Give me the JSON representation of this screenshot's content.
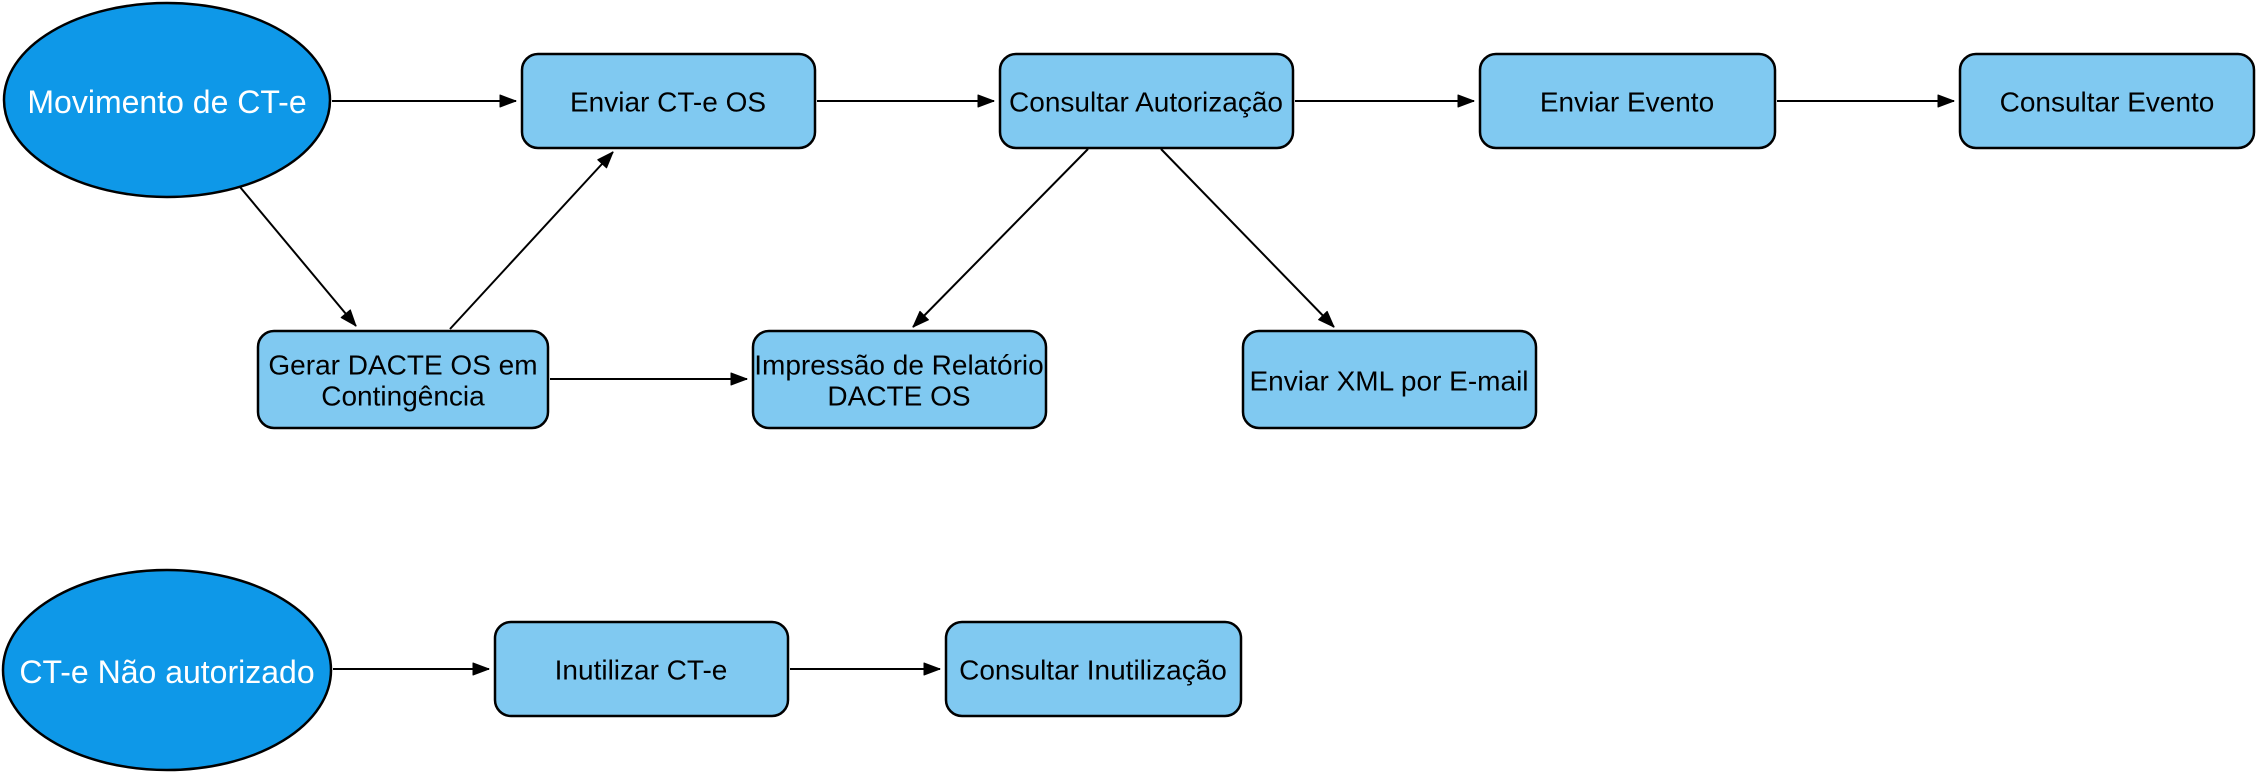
{
  "diagram": {
    "type": "flowchart",
    "background": "#ffffff",
    "colors": {
      "ellipse_fill": "#0E98E8",
      "ellipse_text": "#ffffff",
      "box_fill": "#80C9F1",
      "box_text": "#000000",
      "stroke": "#000000",
      "edge": "#000000"
    },
    "nodes": {
      "movimento": {
        "shape": "ellipse",
        "label": "Movimento de CT-e"
      },
      "enviar_cte_os": {
        "shape": "process",
        "label": "Enviar CT-e OS"
      },
      "consultar_autorizacao": {
        "shape": "process",
        "label": "Consultar Autorização"
      },
      "enviar_evento": {
        "shape": "process",
        "label": "Enviar Evento"
      },
      "consultar_evento": {
        "shape": "process",
        "label": "Consultar Evento"
      },
      "gerar_dacte_contingencia": {
        "shape": "process",
        "label": "Gerar DACTE OS em Contingência",
        "lines": [
          "Gerar DACTE OS em",
          "Contingência"
        ]
      },
      "impressao_relatorio_dacte": {
        "shape": "process",
        "label": "Impressão de Relatório DACTE OS",
        "lines": [
          "Impressão de Relatório",
          "DACTE OS"
        ]
      },
      "enviar_xml_email": {
        "shape": "process",
        "label": "Enviar XML por E-mail"
      },
      "cte_nao_autorizado": {
        "shape": "ellipse",
        "label": "CT-e Não autorizado"
      },
      "inutilizar_cte": {
        "shape": "process",
        "label": "Inutilizar CT-e"
      },
      "consultar_inutilizacao": {
        "shape": "process",
        "label": "Consultar Inutilização"
      }
    },
    "edges": [
      {
        "from": "movimento",
        "to": "enviar_cte_os"
      },
      {
        "from": "movimento",
        "to": "gerar_dacte_contingencia"
      },
      {
        "from": "gerar_dacte_contingencia",
        "to": "enviar_cte_os"
      },
      {
        "from": "gerar_dacte_contingencia",
        "to": "impressao_relatorio_dacte"
      },
      {
        "from": "enviar_cte_os",
        "to": "consultar_autorizacao"
      },
      {
        "from": "consultar_autorizacao",
        "to": "impressao_relatorio_dacte"
      },
      {
        "from": "consultar_autorizacao",
        "to": "enviar_xml_email"
      },
      {
        "from": "consultar_autorizacao",
        "to": "enviar_evento"
      },
      {
        "from": "enviar_evento",
        "to": "consultar_evento"
      },
      {
        "from": "cte_nao_autorizado",
        "to": "inutilizar_cte"
      },
      {
        "from": "inutilizar_cte",
        "to": "consultar_inutilizacao"
      }
    ]
  }
}
